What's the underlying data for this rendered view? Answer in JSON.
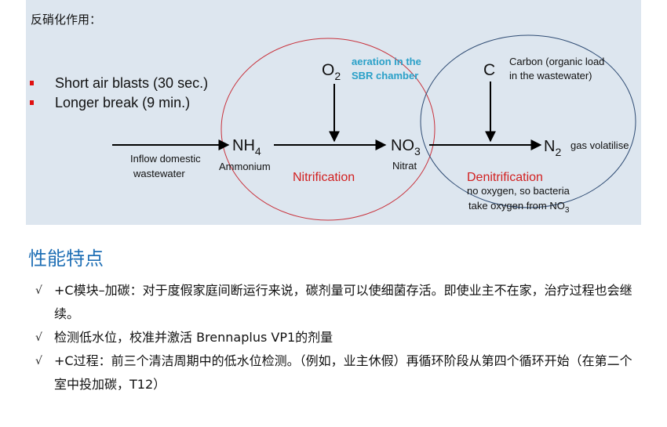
{
  "panel": {
    "title": "反硝化作用：",
    "bullets": [
      "Short air blasts (30 sec.)",
      "Longer break (9 min.)"
    ]
  },
  "diagram": {
    "o2": {
      "base": "O",
      "sub": "2"
    },
    "aeration": [
      "aeration in the",
      "SBR chamber"
    ],
    "c": "C",
    "carbon": [
      "Carbon (organic load",
      "in the wastewater)"
    ],
    "inflow": [
      "Inflow domestic",
      "wastewater"
    ],
    "nh4": {
      "base": "NH",
      "sub": "4"
    },
    "ammonium": "Ammonium",
    "nitrification": "Nitrification",
    "no3": {
      "base": "NO",
      "sub": "3"
    },
    "nitrat": "Nitrat",
    "denitrification": "Denitrification",
    "n2": {
      "base": "N",
      "sub": "2"
    },
    "gas": "gas volatilise",
    "no_oxygen": [
      "no oxygen, so bacteria",
      "take oxygen from NO",
      "3"
    ],
    "colors": {
      "nitrification_circle": "#c8323c",
      "denitrification_circle": "#2e4b73",
      "accent_text": "#2aa0c8",
      "label_red": "#d22020"
    }
  },
  "features": {
    "title": "性能特点",
    "items": [
      {
        "mark": "√",
        "text": "+C模块–加碳：对于度假家庭间断运行来说，碳剂量可以使细菌存活。即使业主不在家，治疗过程也会继续。"
      },
      {
        "mark": "√",
        "text": "检测低水位，校准并激活  Brennaplus VP1的剂量"
      },
      {
        "mark": "√",
        "text": "+C过程：前三个清洁周期中的低水位检测。（例如，业主休假）再循环阶段从第四个循环开始（在第二个室中投加碳，T12）"
      }
    ]
  }
}
